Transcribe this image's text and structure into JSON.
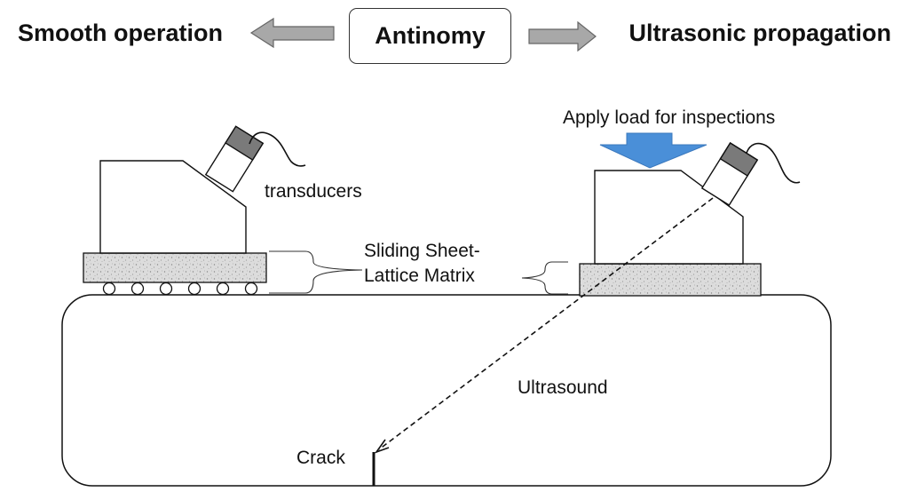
{
  "header": {
    "left": "Smooth operation",
    "center": "Antinomy",
    "right": "Ultrasonic propagation"
  },
  "labels": {
    "load": "Apply load for inspections",
    "transducers": "transducers",
    "sheet_line1": "Sliding Sheet-",
    "sheet_line2": "Lattice Matrix",
    "ultrasound": "Ultrasound",
    "crack": "Crack"
  },
  "colors": {
    "load_arrow": "#4a8fd8",
    "header_arrows": "#a8a8a8",
    "sheet_fill": "#d6d6d6"
  }
}
